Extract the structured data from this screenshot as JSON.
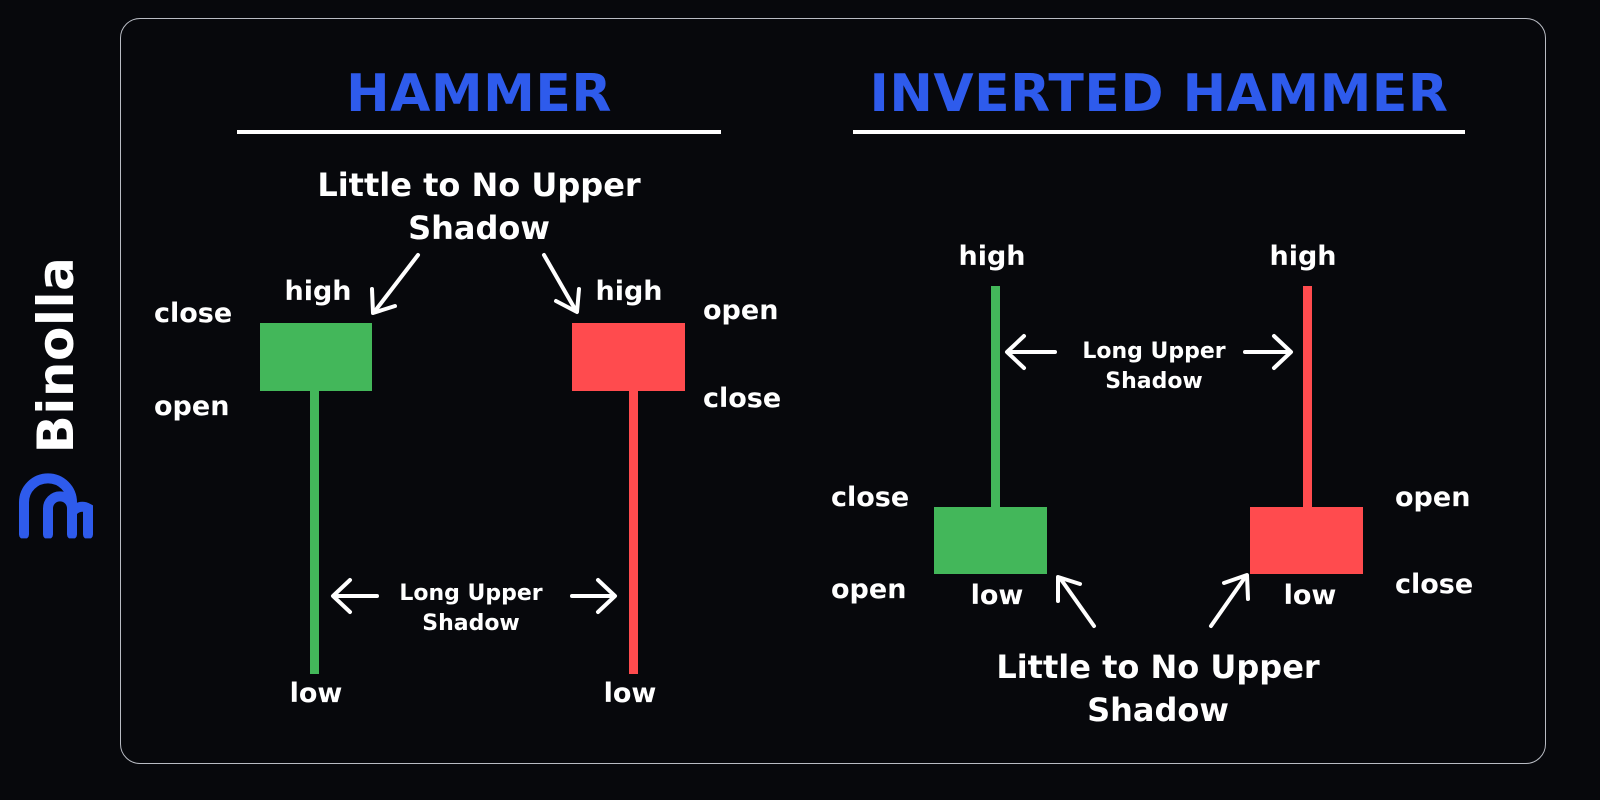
{
  "brand": {
    "name": "Binolla",
    "logo_icon": "binolla-logo-icon",
    "color": "#2e5bec"
  },
  "colors": {
    "bullish": "#43b75a",
    "bearish": "#ff4b4e",
    "title": "#2e5bec",
    "background": "#07080c"
  },
  "hammer": {
    "title": "HAMMER",
    "annotation": "Little to No Upper Shadow",
    "wick_annotation": "Long Upper Shadow",
    "green": {
      "top_label": "close",
      "bottom_label": "open",
      "high_label": "high",
      "low_label": "low"
    },
    "red": {
      "top_label": "open",
      "bottom_label": "close",
      "high_label": "high",
      "low_label": "low"
    }
  },
  "inverted_hammer": {
    "title": "INVERTED HAMMER",
    "annotation": "Little to No Upper Shadow",
    "wick_annotation": "Long Upper Shadow",
    "green": {
      "top_label": "close",
      "bottom_label": "open",
      "high_label": "high",
      "low_label": "low"
    },
    "red": {
      "top_label": "open",
      "bottom_label": "close",
      "high_label": "high",
      "low_label": "low"
    }
  }
}
